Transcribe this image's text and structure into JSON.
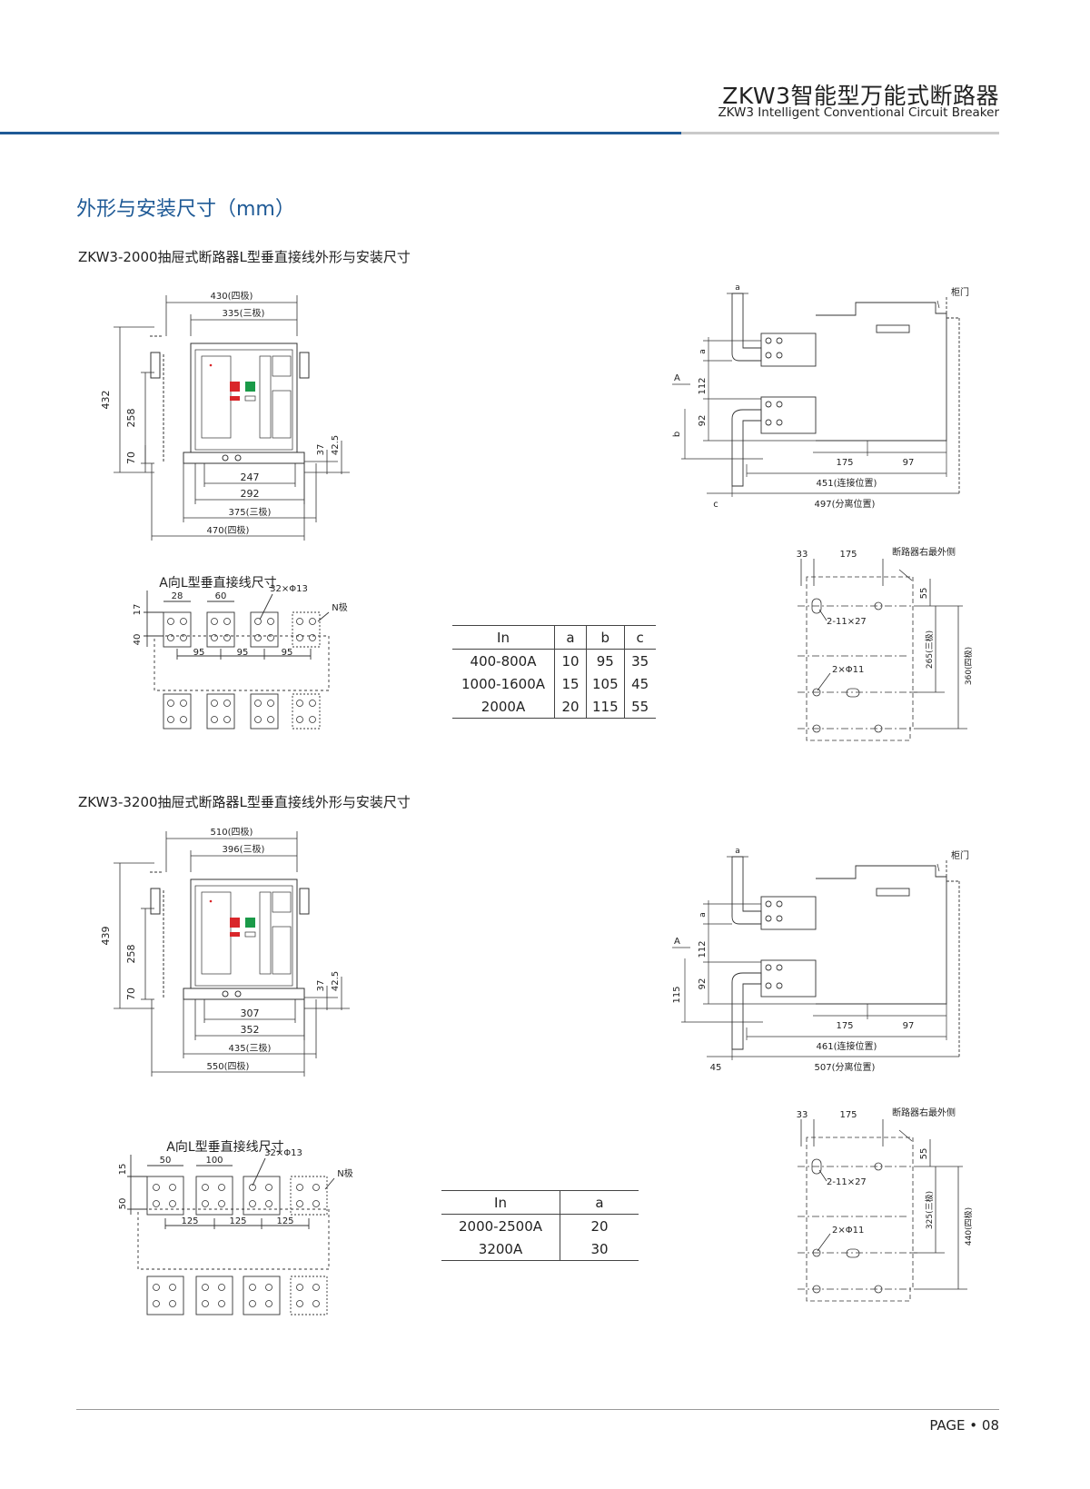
{
  "header": {
    "title_zh": "ZKW3智能型万能式断路器",
    "title_en": "ZKW3 Intelligent Conventional Circuit Breaker"
  },
  "section_title": "外形与安装尺寸（mm）",
  "drawing1": {
    "subtitle": "ZKW3-2000抽屉式断路器L型垂直接线外形与安装尺寸",
    "front": {
      "w_4pole": "430(四极)",
      "w_3pole": "335(三极)",
      "h_total": "432",
      "h_mid": "258",
      "h_bottom": "70",
      "d37": "37",
      "d425": "42.5",
      "b247": "247",
      "b292": "292",
      "b375": "375(三极)",
      "b470": "470(四极)"
    },
    "view_a": {
      "title": "A向L型垂直接线尺寸",
      "d17": "17",
      "d28": "28",
      "d60": "60",
      "holes": "32×Φ13",
      "d40": "40",
      "n_pole": "N极",
      "pitches": [
        "95",
        "95",
        "95"
      ]
    },
    "side": {
      "a": "a",
      "door": "柜门",
      "arrow": "A",
      "d112": "112",
      "d92": "92",
      "b": "b",
      "d175": "175",
      "d97": "97",
      "connect": "451(连接位置)",
      "c": "c",
      "separate": "497(分离位置)"
    },
    "mount": {
      "d33": "33",
      "d175": "175",
      "right_edge": "断路器右最外侧",
      "d55": "55",
      "slots": "2-11×27",
      "holes": "2×Φ11",
      "d3pole": "265(三极)",
      "d4pole": "360(四极)"
    },
    "table": {
      "headers": [
        "In",
        "a",
        "b",
        "c"
      ],
      "rows": [
        [
          "400-800A",
          "10",
          "95",
          "35"
        ],
        [
          "1000-1600A",
          "15",
          "105",
          "45"
        ],
        [
          "2000A",
          "20",
          "115",
          "55"
        ]
      ]
    }
  },
  "drawing2": {
    "subtitle": "ZKW3-3200抽屉式断路器L型垂直接线外形与安装尺寸",
    "front": {
      "w_4pole": "510(四极)",
      "w_3pole": "396(三极)",
      "h_total": "439",
      "h_mid": "258",
      "h_bottom": "70",
      "d37": "37",
      "d425": "42.5",
      "b247": "307",
      "b292": "352",
      "b375": "435(三极)",
      "b470": "550(四极)"
    },
    "view_a": {
      "title": "A向L型垂直接线尺寸",
      "d17": "15",
      "d28": "50",
      "d60": "100",
      "holes": "32×Φ13",
      "d40": "50",
      "n_pole": "N极",
      "pitches": [
        "125",
        "125",
        "125"
      ]
    },
    "side": {
      "a": "a",
      "door": "柜门",
      "arrow": "A",
      "d112": "112",
      "d92": "92",
      "b": "115",
      "d175": "175",
      "d97": "97",
      "connect": "461(连接位置)",
      "c": "45",
      "separate": "507(分离位置)"
    },
    "mount": {
      "d33": "33",
      "d175": "175",
      "right_edge": "断路器右最外侧",
      "d55": "55",
      "slots": "2-11×27",
      "holes": "2×Φ11",
      "d3pole": "325(三极)",
      "d4pole": "440(四极)"
    },
    "table": {
      "headers": [
        "In",
        "a"
      ],
      "rows": [
        [
          "2000-2500A",
          "20"
        ],
        [
          "3200A",
          "30"
        ]
      ]
    }
  },
  "footer": {
    "page": "PAGE • 08"
  },
  "colors": {
    "brand_blue": "#1f5a96",
    "indicator_red": "#d9262a",
    "indicator_green": "#1a9a48"
  }
}
